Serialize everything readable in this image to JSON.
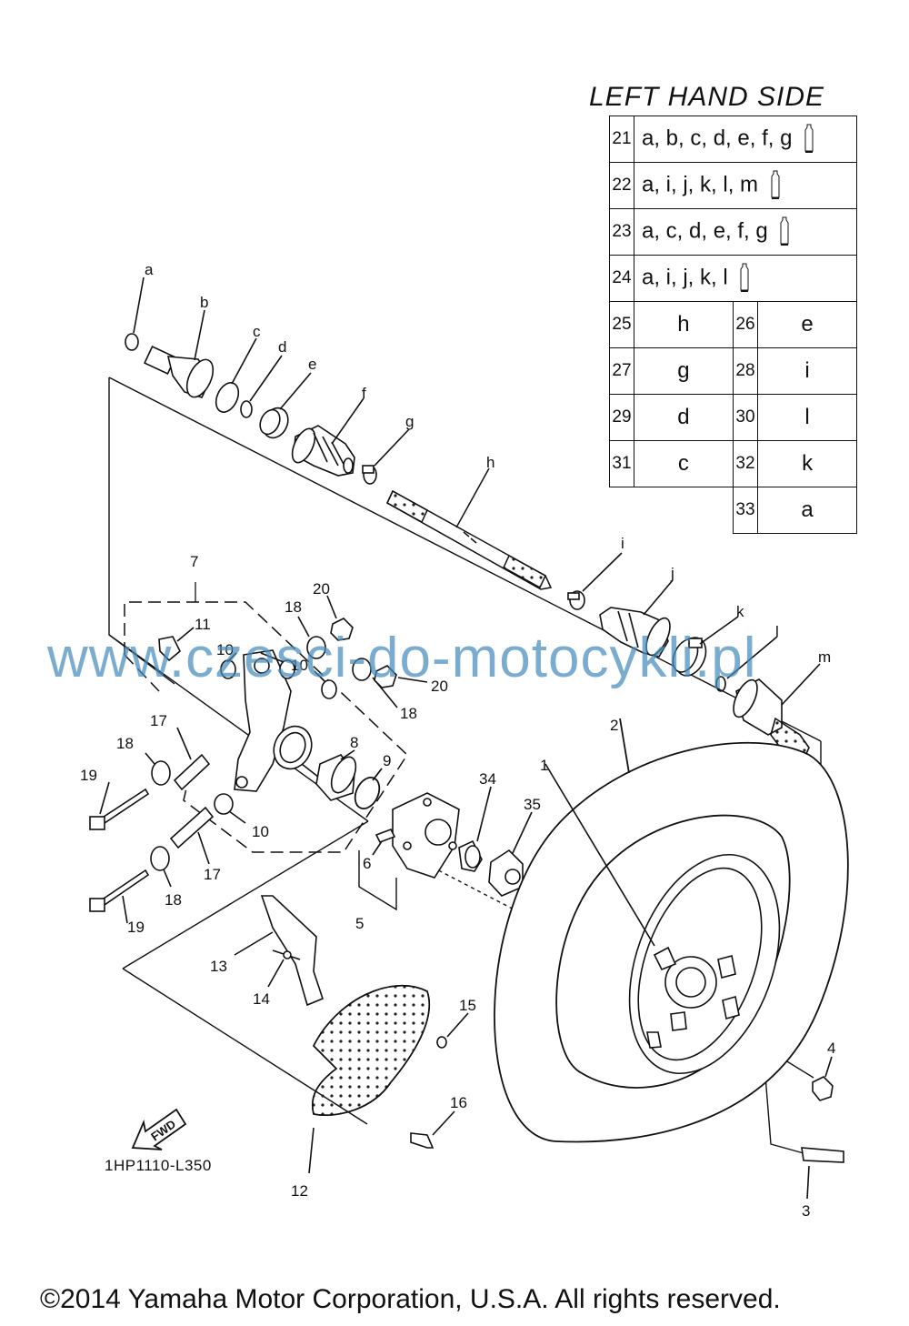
{
  "table": {
    "title": "LEFT HAND SIDE",
    "wide_rows": [
      {
        "num": "21",
        "items": "a, b, c, d, e, f, g",
        "icon": "grease-tube-icon"
      },
      {
        "num": "22",
        "items": "a, i, j, k, l, m",
        "icon": "grease-tube-icon"
      },
      {
        "num": "23",
        "items": "a, c, d, e, f, g",
        "icon": "grease-tube-icon"
      },
      {
        "num": "24",
        "items": "a, i, j, k, l",
        "icon": "grease-tube-icon"
      }
    ],
    "pair_rows": [
      {
        "num_a": "25",
        "val_a": "h",
        "num_b": "26",
        "val_b": "e"
      },
      {
        "num_a": "27",
        "val_a": "g",
        "num_b": "28",
        "val_b": "i"
      },
      {
        "num_a": "29",
        "val_a": "d",
        "num_b": "30",
        "val_b": "l"
      },
      {
        "num_a": "31",
        "val_a": "c",
        "num_b": "32",
        "val_b": "k"
      }
    ],
    "last_row": {
      "num": "33",
      "val": "a"
    }
  },
  "labels": {
    "letters": [
      "a",
      "b",
      "c",
      "d",
      "e",
      "f",
      "g",
      "h",
      "i",
      "j",
      "k",
      "l",
      "m"
    ],
    "numbers": [
      "1",
      "2",
      "3",
      "4",
      "5",
      "6",
      "7",
      "8",
      "9",
      "10",
      "10",
      "10",
      "11",
      "12",
      "13",
      "14",
      "15",
      "16",
      "17",
      "17",
      "18",
      "18",
      "18",
      "18",
      "19",
      "19",
      "20",
      "20",
      "34",
      "35"
    ]
  },
  "fwd_label": "FWD",
  "diagram_code": "1HP1110-L350",
  "watermark": "www.czesci-do-motocykli.pl",
  "copyright": "©2014 Yamaha Motor Corporation, U.S.A. All rights reserved."
}
